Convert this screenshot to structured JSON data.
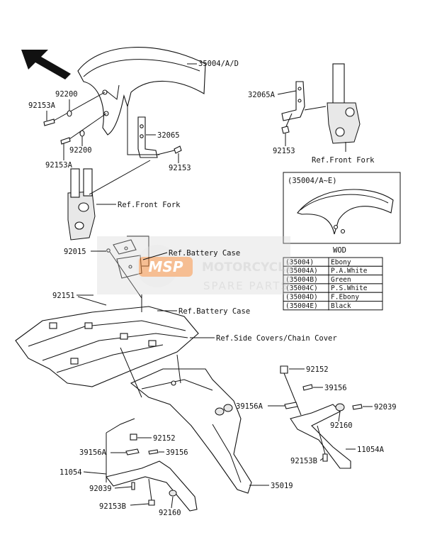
{
  "parts": {
    "p35004AD": "35004/A/D",
    "p92200a": "92200",
    "p92153Aa": "92153A",
    "p92200b": "92200",
    "p92153Ab": "92153A",
    "p32065": "32065",
    "p92153a": "92153",
    "p32065A": "32065A",
    "p92153b": "92153",
    "p92015": "92015",
    "p92151": "92151",
    "p92152a": "92152",
    "p39156a": "39156",
    "p39156Aa": "39156A",
    "p92039a": "92039",
    "p92160a": "92160",
    "p11054A": "11054A",
    "p92153Ba": "92153B",
    "p92152b": "92152",
    "p39156Ab": "39156A",
    "p39156b": "39156",
    "p11054": "11054",
    "p92039b": "92039",
    "p92153Bb": "92153B",
    "p92160b": "92160",
    "p35019": "35019"
  },
  "refs": {
    "front_fork_left": "Ref.Front Fork",
    "front_fork_right": "Ref.Front Fork",
    "battery_case_1": "Ref.Battery Case",
    "battery_case_2": "Ref.Battery Case",
    "side_covers": "Ref.Side Covers/Chain Cover"
  },
  "inset": {
    "title": "(35004/A~E)",
    "code": "WOD"
  },
  "color_table": [
    {
      "part": "(35004)",
      "color": "Ebony"
    },
    {
      "part": "(35004A)",
      "color": "P.A.White"
    },
    {
      "part": "(35004B)",
      "color": "Green"
    },
    {
      "part": "(35004C)",
      "color": "P.S.White"
    },
    {
      "part": "(35004D)",
      "color": "F.Ebony"
    },
    {
      "part": "(35004E)",
      "color": "Black"
    }
  ],
  "watermark": {
    "logo": "MSP",
    "line1": "MOTORCYCLE",
    "line2": "SPARE PARTS",
    "logo_color": "#f08a3c"
  }
}
